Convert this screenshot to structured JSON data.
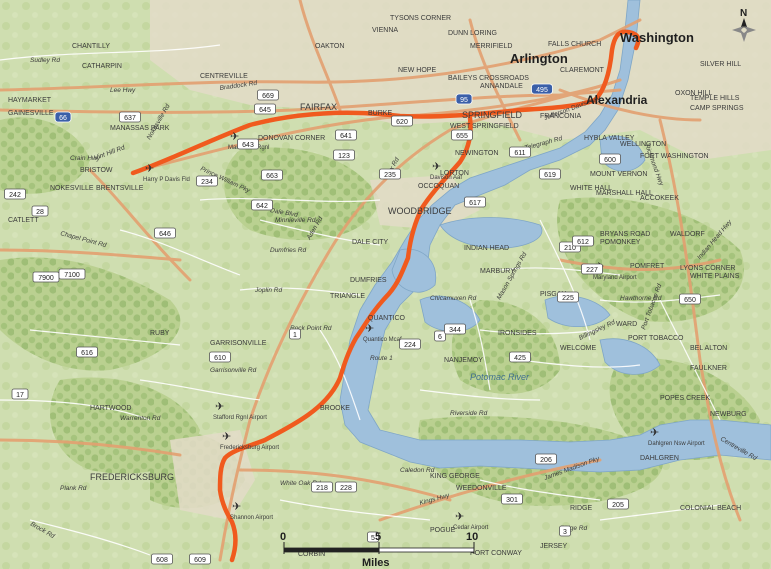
{
  "map": {
    "cities_major": [
      "Washington",
      "Arlington",
      "Alexandria"
    ],
    "places": [
      "TYSONS CORNER",
      "VIENNA",
      "DUNN LORING",
      "OAKTON",
      "CHANTILLY",
      "CENTREVILLE",
      "FAIRFAX",
      "MERRIFIELD",
      "FALLS CHURCH",
      "CATHARPIN",
      "NEW HOPE",
      "BAILEYS CROSSROADS",
      "ANNANDALE",
      "CLAREMONT",
      "HAYMARKET",
      "GAINESVILLE",
      "MANASSAS PARK",
      "BURKE",
      "SPRINGFIELD",
      "WEST SPRINGFIELD",
      "FRANCONIA",
      "HYBLA VALLEY",
      "WELLINGTON",
      "FORT WASHINGTON",
      "SILVER HILL",
      "CAMP SPRINGS",
      "OXON HILL",
      "TEMPLE HILLS",
      "MOUNT VERNON",
      "LORTON",
      "NEWINGTON",
      "BRISTOW",
      "NOKESVILLE",
      "BRENTSVILLE",
      "DONOVAN CORNER",
      "WOODBRIDGE",
      "OCCOQUAN",
      "DALE CITY",
      "CATLETT",
      "MARSHALL HALL",
      "ACCOKEEK",
      "BRYANS ROAD",
      "POMONKEY",
      "WALDORF",
      "INDIAN HEAD",
      "DUMFRIES",
      "TRIANGLE",
      "MARBURY",
      "POMFRET",
      "LYONS CORNER",
      "WHITE PLAINS",
      "PISGAH",
      "QUANTICO",
      "RUBY",
      "GARRISONVILLE",
      "NANJEMOY",
      "IRONSIDES",
      "WELCOME",
      "PORT TOBACCO",
      "BEL ALTON",
      "FAULKNER",
      "POPES CREEK",
      "NEWBURG",
      "DAHLGREN",
      "FREDERICKSBURG",
      "HARTWOOD",
      "BROOKE",
      "WEEDONVILLE",
      "KING GEORGE",
      "RIDGE",
      "COLONIAL BEACH",
      "POGUE",
      "JERSEY",
      "CORBIN",
      "PORT CONWAY",
      "WHITE HALL",
      "WARD"
    ],
    "roads": [
      "Sudley Rd",
      "Lee Hwy",
      "Braddock Rd",
      "Ox Rd",
      "Prince William Pky",
      "Dale Blvd",
      "Minnieville Rd",
      "Dumfries Rd",
      "Joplin Rd",
      "Garrisonville Rd",
      "Warrenton Rd",
      "Plank Rd",
      "Brock Rd",
      "White Oak Rd",
      "Caledon Rd",
      "Kings Hwy",
      "James Madison Pky",
      "Ridge Rd",
      "Riverside Rd",
      "Chicamuxen Rd",
      "Mason Springs Rd",
      "Hawthorne Rd",
      "Billingsley Rd",
      "Port Tobacco Rd",
      "Chapel Point Rd",
      "Aden Rd",
      "Jefferson Davis Hwy",
      "Telegraph Rd",
      "Richmond Hwy",
      "Indian Head Hwy",
      "Crain Hwy",
      "Vint Hill Rd",
      "Nokesville Rd",
      "Centreville Rd",
      "Rock Point Rd",
      "Route 1"
    ],
    "airports": [
      "Harry P Davis Fld",
      "Manassas Rgnl",
      "Davison Aaf",
      "Quantico Mcaf",
      "Maryland Airport",
      "Stafford Rgnl Airport",
      "Fredericksburg Airport",
      "Shannon Airport",
      "Dahlgren Nsw Airport",
      "Cedar Airport"
    ],
    "water": [
      "Potomac River"
    ],
    "shields": [
      "66",
      "95",
      "495",
      "1",
      "123",
      "234",
      "28",
      "17",
      "3",
      "301",
      "5",
      "228",
      "210",
      "227",
      "225",
      "224",
      "6",
      "344",
      "425",
      "205",
      "218",
      "206",
      "610",
      "616",
      "642",
      "643",
      "645",
      "646",
      "663",
      "641",
      "620",
      "611",
      "600",
      "612",
      "619",
      "617",
      "235",
      "242",
      "637",
      "650",
      "655",
      "669",
      "7900",
      "7100",
      "608",
      "609"
    ],
    "compass": "N",
    "scale": {
      "ticks": [
        "0",
        "5",
        "10"
      ],
      "unit": "Miles"
    },
    "colors": {
      "land": "#c9d9a4",
      "forest": "#a9c684",
      "water": "#9fc0dc",
      "urban": "#e7dcc7",
      "road_major": "#e8a06a",
      "route": "#f05a1e"
    }
  }
}
